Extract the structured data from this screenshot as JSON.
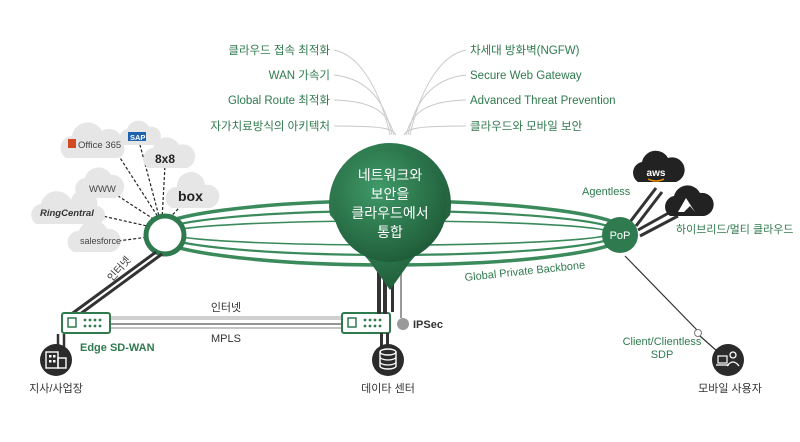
{
  "features_left": [
    "클라우드 접속 최적화",
    "WAN 가속기",
    "Global Route 최적화",
    "자가치료방식의 아키텍처"
  ],
  "features_right": [
    "차세대 방화벽(NGFW)",
    "Secure Web Gateway",
    "Advanced Threat Prevention",
    "클라우드와 모바일 보안"
  ],
  "center_lines": [
    "네트워크와",
    "보안을",
    "클라우드에서",
    "통합"
  ],
  "clouds": [
    "Office 365",
    "SAP",
    "8x8",
    "box",
    "WWW",
    "RingCentral",
    "salesforce"
  ],
  "labels": {
    "internet_diag": "인터넷",
    "internet_mid": "인터넷",
    "mpls": "MPLS",
    "ipsec": "IPSec",
    "edge": "Edge SD-WAN",
    "branch": "지사/사업장",
    "datacenter": "데이타 센터",
    "agentless": "Agentless",
    "pop": "PoP",
    "aws": "aws",
    "hybrid": "하이브리드/멀티 클라우드",
    "backbone": "Global Private Backbone",
    "client": "Client/Clientless",
    "sdp": "SDP",
    "mobile": "모바일 사용자"
  },
  "colors": {
    "brand_green": "#2f7a4e",
    "ring_green": "#3a8a5c",
    "dark": "#333333",
    "cloud_gray": "#e6e6e6"
  }
}
